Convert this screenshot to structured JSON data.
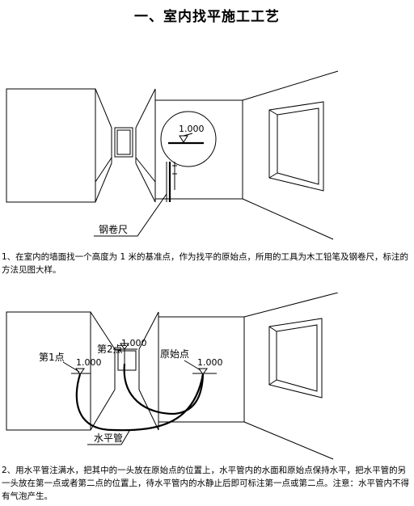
{
  "doc": {
    "title": "一、室内找平施工工艺"
  },
  "figure1": {
    "level_label": "1.000",
    "tape_label": "钢卷尺"
  },
  "paragraph1": {
    "text": "1、在室内的墙面找一个高度为 1 米的基准点，作为找平的原始点，所用的工具为木工铅笔及钢卷尺，标注的方法见图大样。"
  },
  "figure2": {
    "point1_label": "第1点",
    "point2_label": "第2点",
    "origin_label": "原始点",
    "level_left": "1.000",
    "level_mid": "1.000",
    "level_right": "1.000",
    "tube_label": "水平管"
  },
  "paragraph2": {
    "text": "2、用水平管注满水，把其中的一头放在原始点的位置上，水平管内的水面和原始点保持水平，把水平管的另一头放在第一点或者第二点的位置上，待水平管内的水静止后即可标注第一点或第二点。注意：水平管内不得有气泡产生。"
  }
}
